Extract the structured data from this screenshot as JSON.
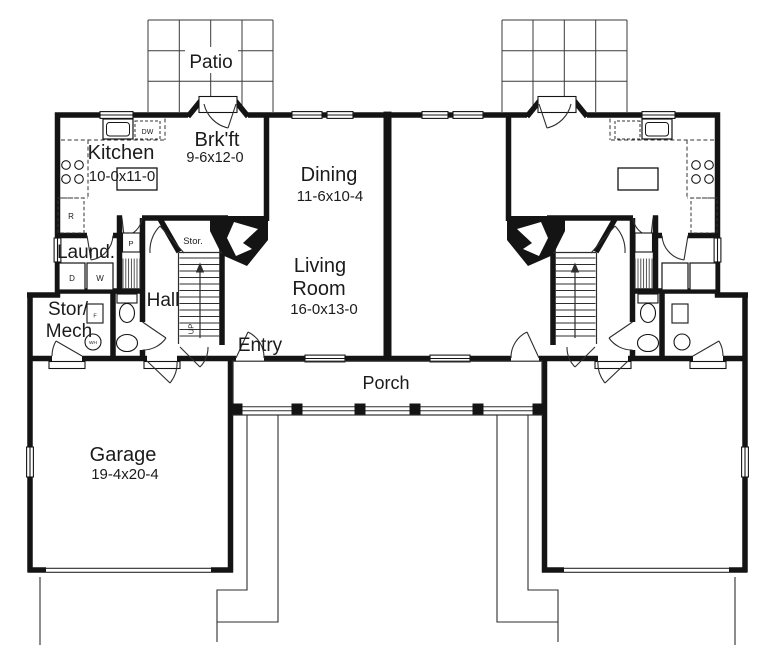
{
  "plan": {
    "rooms": {
      "patio": {
        "name": "Patio"
      },
      "breakfast": {
        "name": "Brk'ft",
        "dims": "9-6x12-0"
      },
      "kitchen": {
        "name": "Kitchen",
        "dims": "10-0x11-0"
      },
      "dining": {
        "name": "Dining",
        "dims": "11-6x10-4"
      },
      "living_room": {
        "name_line1": "Living",
        "name_line2": "Room",
        "dims": "16-0x13-0"
      },
      "laundry": {
        "name": "Laund."
      },
      "hall": {
        "name": "Hall"
      },
      "storage_mechanical": {
        "name_line1": "Stor/",
        "name_line2": "Mech"
      },
      "stair_storage": {
        "name": "Stor."
      },
      "entry": {
        "name": "Entry"
      },
      "porch": {
        "name": "Porch"
      },
      "garage": {
        "name": "Garage",
        "dims": "19-4x20-4"
      }
    },
    "fixtures": {
      "dishwasher": "DW",
      "refrigerator": "R",
      "pantry": "P",
      "dryer": "D",
      "washer": "W",
      "furnace": "F",
      "water_heater": "WH",
      "stair_direction": "UP"
    },
    "colors": {
      "wall": "#141414",
      "line": "#2e2e2e",
      "background": "#ffffff"
    }
  }
}
